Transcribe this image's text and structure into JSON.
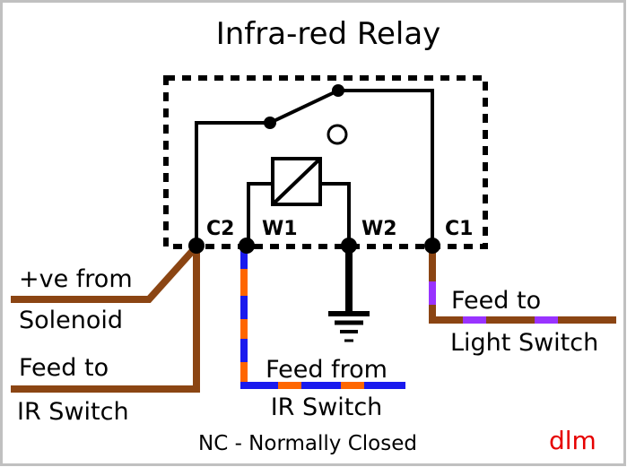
{
  "title": "Infra-red Relay",
  "pins": {
    "c2": "C2",
    "w1": "W1",
    "w2": "W2",
    "c1": "C1"
  },
  "wires": {
    "solenoid": {
      "line1": "+ve from",
      "line2": "Solenoid"
    },
    "ir_feed": {
      "line1": "Feed to",
      "line2": "IR Switch"
    },
    "ir_return": {
      "line1": "Feed from",
      "line2": "IR Switch"
    },
    "light": {
      "line1": "Feed to",
      "line2": "Light Switch"
    }
  },
  "note": "NC - Normally Closed",
  "signature": "dlm",
  "colors": {
    "brown": "#8b4513",
    "blue": "#1a1aee",
    "orange": "#ff6600",
    "purple": "#9933ff",
    "signature": "#e60000",
    "border": "#c0c0c0"
  }
}
